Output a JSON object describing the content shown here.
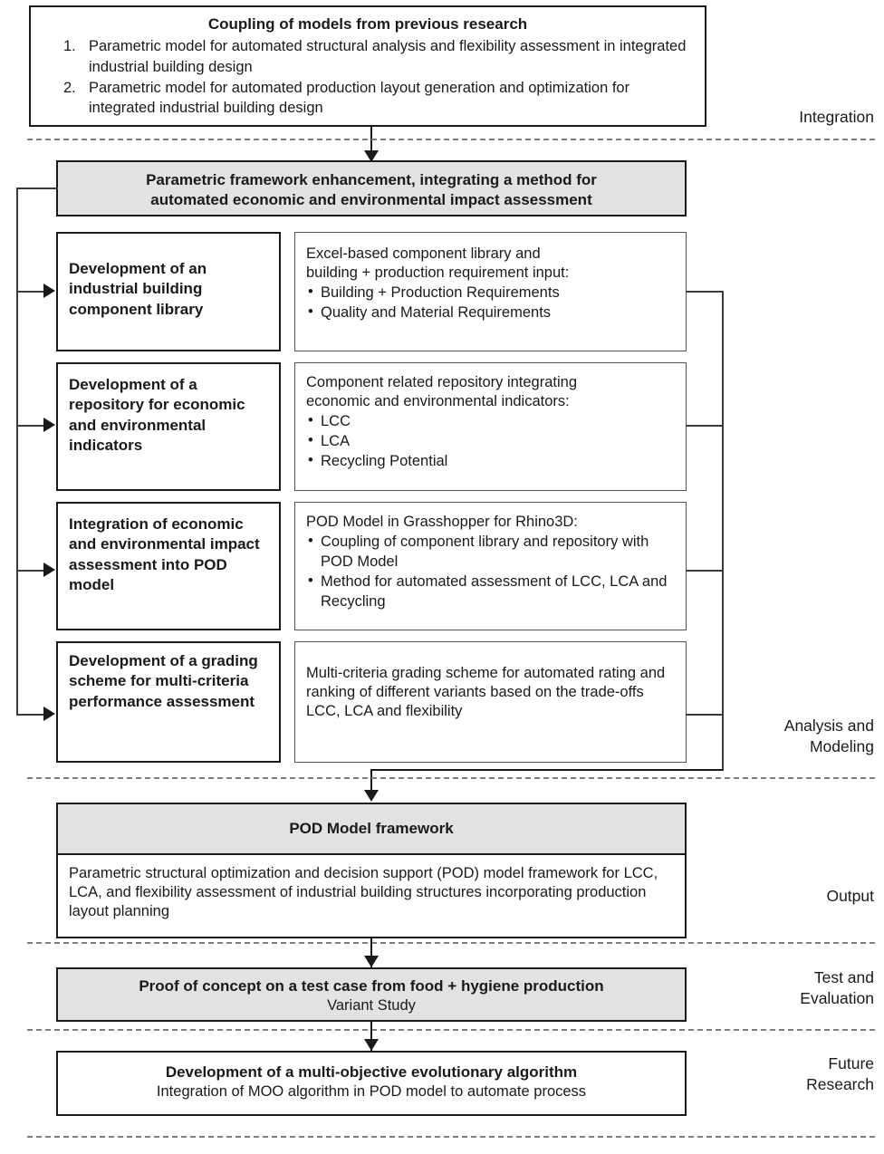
{
  "diagram": {
    "title_box": {
      "heading": "Coupling of models from previous research",
      "items": [
        {
          "num": "1.",
          "text": "Parametric model for automated structural analysis and flexibility assessment in integrated industrial building design"
        },
        {
          "num": "2.",
          "text": "Parametric model for automated production layout generation and optimization for integrated industrial building design"
        }
      ]
    },
    "framework_box": {
      "line1": "Parametric framework enhancement, integrating a method for",
      "line2": "automated economic and environmental impact assessment"
    },
    "work_rows": [
      {
        "task": "Development of an industrial building component library",
        "detail_intro_1": "Excel-based component library and",
        "detail_intro_2": "building + production requirement input:",
        "bullets": [
          "Building + Production Requirements",
          "Quality and Material Requirements"
        ]
      },
      {
        "task": "Development of a repository for economic and environmental indicators",
        "detail_intro_1": "Component related repository integrating",
        "detail_intro_2": "economic and environmental indicators:",
        "bullets": [
          "LCC",
          "LCA",
          "Recycling Potential"
        ]
      },
      {
        "task": "Integration of economic and environmental impact assessment into POD model",
        "detail_intro_1": "POD Model in Grasshopper for Rhino3D:",
        "detail_intro_2": "",
        "bullets": [
          "Coupling of component library and repository with POD Model",
          "Method for automated assessment of LCC, LCA and Recycling"
        ]
      },
      {
        "task": "Development of a grading scheme for multi-criteria performance assessment",
        "detail_intro_1": "Multi-criteria grading scheme for automated rating and ranking of different variants based on the trade-offs LCC, LCA and flexibility",
        "detail_intro_2": "",
        "bullets": []
      }
    ],
    "pod_box": {
      "header": "POD Model framework",
      "body": "Parametric structural optimization and decision support (POD) model framework for LCC, LCA, and flexibility assessment of industrial building structures incorporating production layout planning"
    },
    "proof_box": {
      "line1": "Proof of concept on a test case from food + hygiene production",
      "line2": "Variant Study"
    },
    "future_box": {
      "line1": "Development of a multi-objective evolutionary algorithm",
      "line2": "Integration of MOO algorithm in POD model to automate process"
    },
    "section_labels": {
      "integration": "Integration",
      "analysis_modeling": "Analysis and\nModeling",
      "output": "Output",
      "test_evaluation": "Test and\nEvaluation",
      "future_research": "Future\nResearch"
    },
    "colors": {
      "box_border": "#1a1a1a",
      "gray_fill": "#e2e2e2",
      "divider": "#7d7d7d",
      "text": "#1a1a1a"
    }
  }
}
